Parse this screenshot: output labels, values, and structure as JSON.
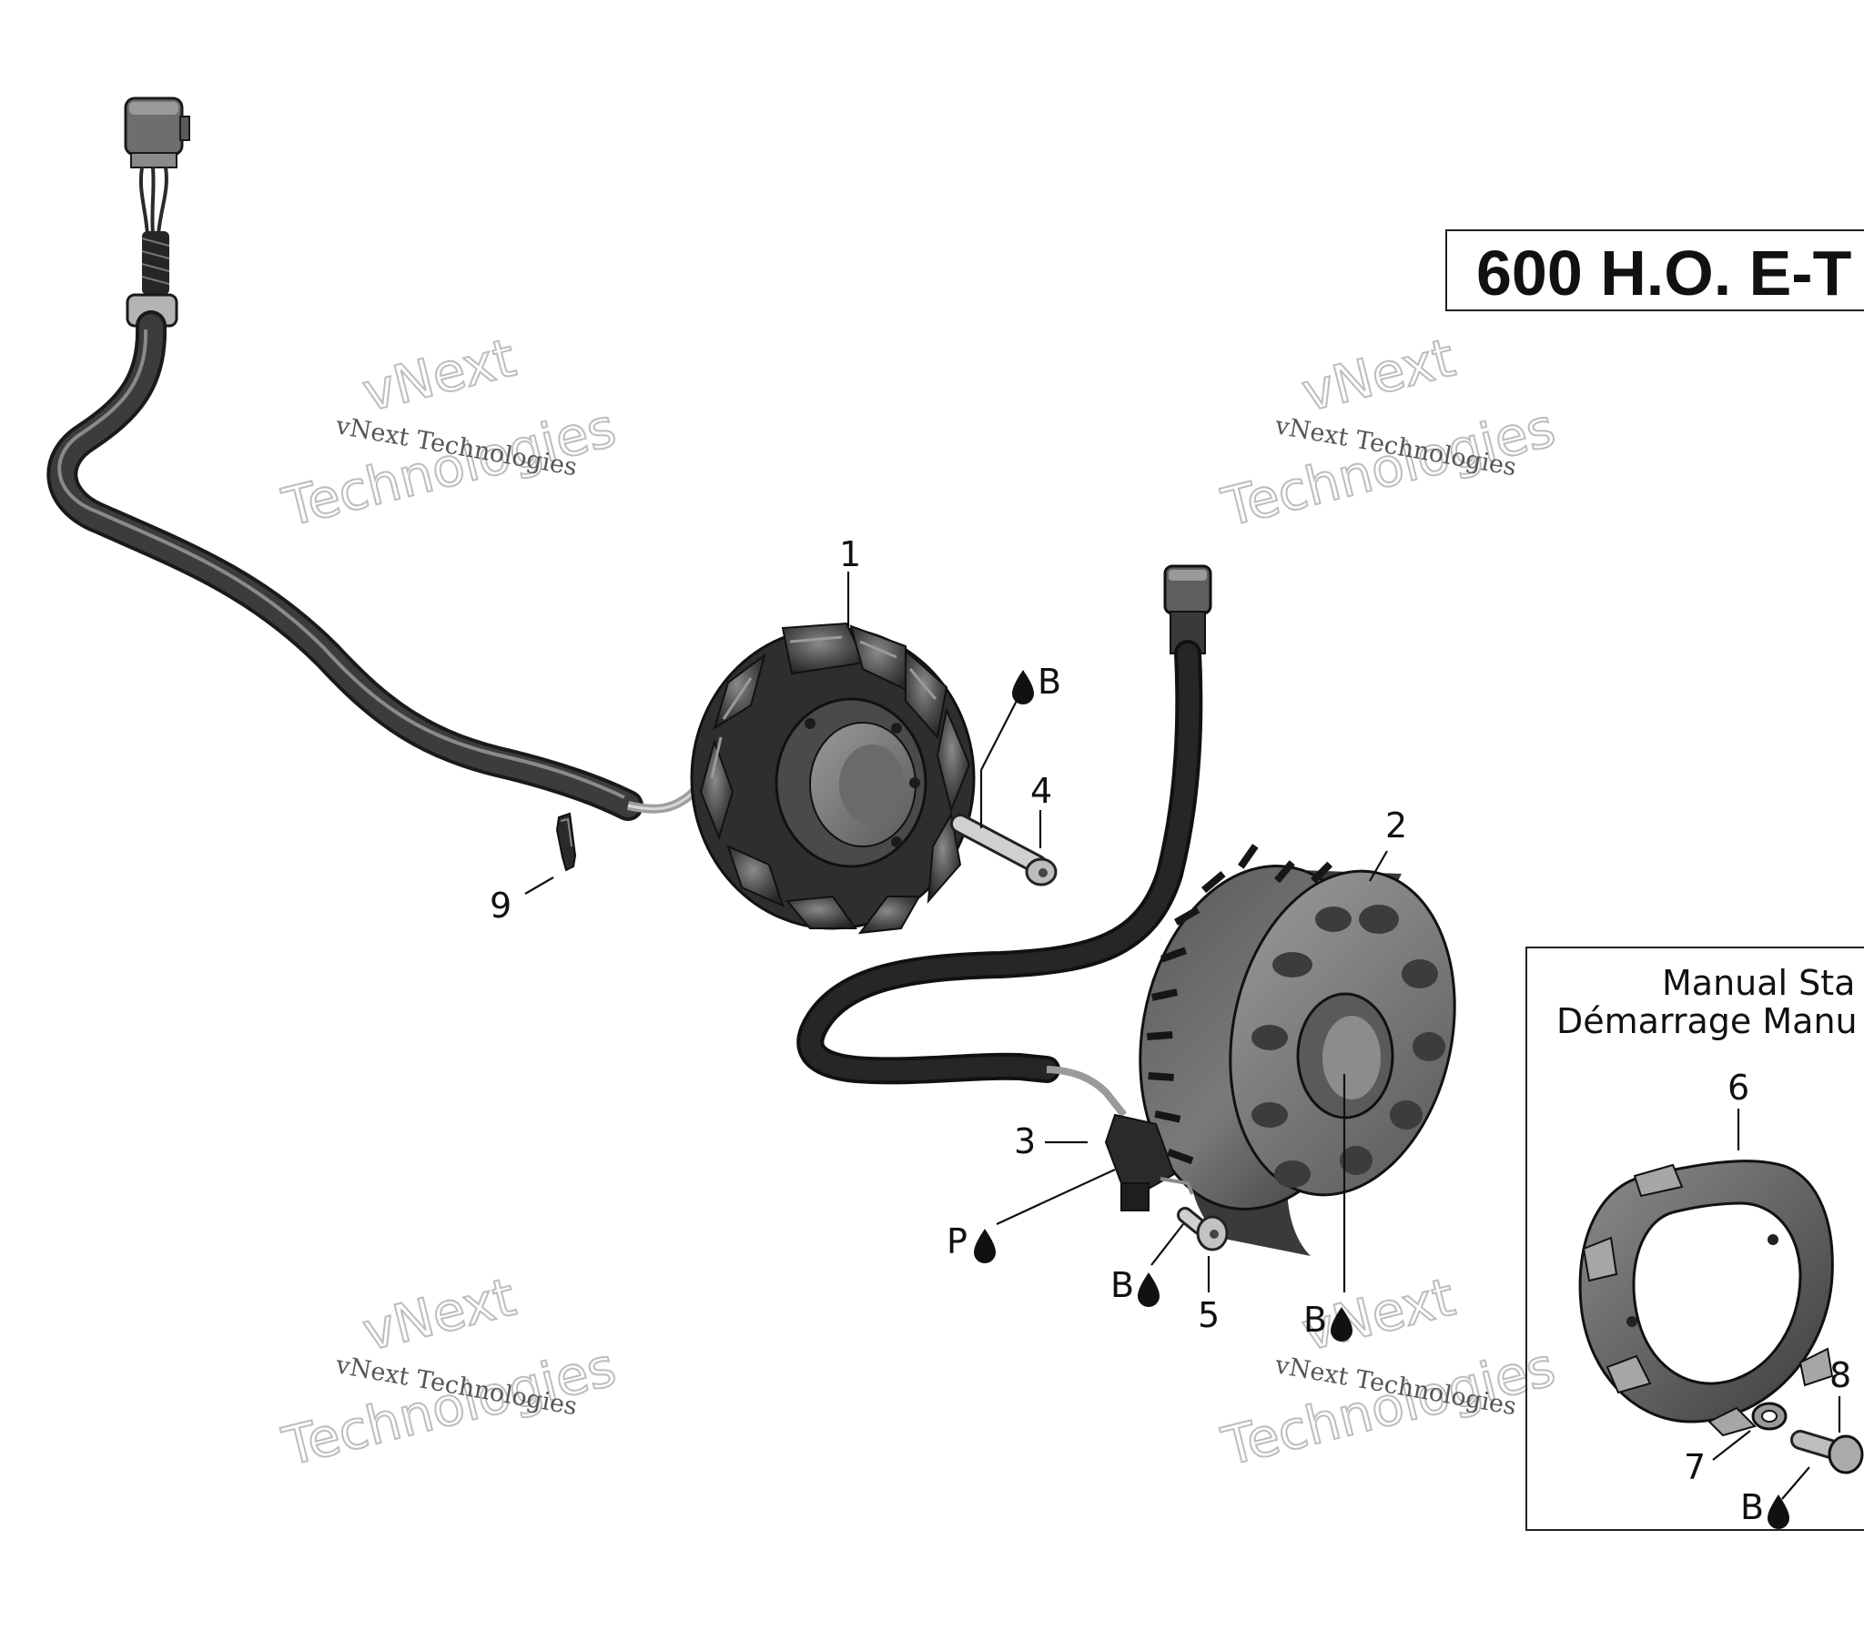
{
  "title": "600 H.O. E-T",
  "inset": {
    "title_line1": "Manual Sta",
    "title_line2": "Démarrage Manu"
  },
  "watermark": {
    "line_small": "vNext Technologies",
    "line_big1": "vNext",
    "line_big2": "Technologies"
  },
  "callouts": {
    "c1": "1",
    "c2": "2",
    "c3": "3",
    "c4": "4",
    "c5": "5",
    "c6": "6",
    "c7": "7",
    "c8": "8",
    "c9": "9",
    "b_stator_bolt": "B",
    "p_sensor": "P",
    "b_sensor_bolt": "B",
    "b_rotor": "B",
    "b_inset": "B"
  },
  "colors": {
    "ink": "#111111",
    "part_dark": "#3a3a3a",
    "part_mid": "#6b6b6b",
    "part_light": "#a8a8a8",
    "watermark": "#bdbdbd"
  }
}
